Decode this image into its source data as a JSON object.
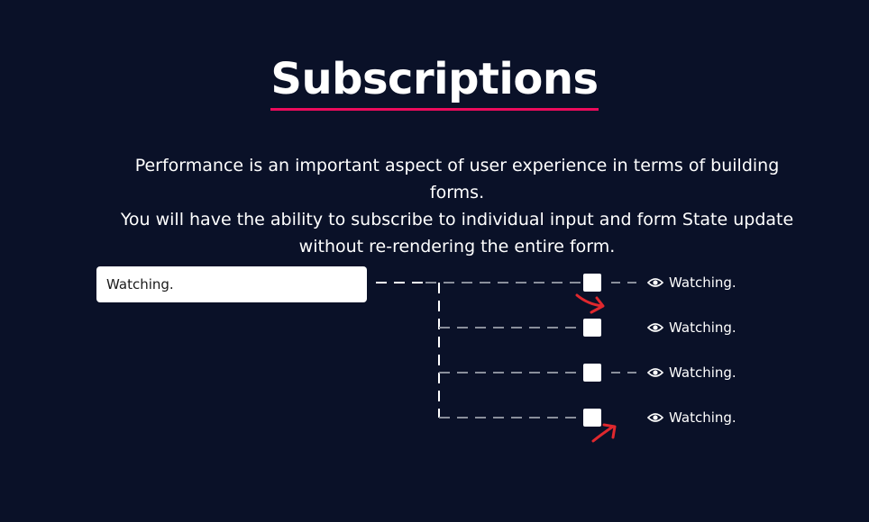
{
  "header": {
    "title": "Subscriptions"
  },
  "description": {
    "line1": "Performance is an important aspect of user experience in terms of building forms.",
    "line2": "You will have the ability to subscribe to individual input and form State update",
    "line3": "without re-rendering the entire form."
  },
  "input": {
    "value": "Watching."
  },
  "outputs": [
    {
      "label": "Watching."
    },
    {
      "label": "Watching."
    },
    {
      "label": "Watching."
    },
    {
      "label": "Watching."
    }
  ],
  "colors": {
    "background": "#0a1128",
    "accent": "#ec0b5c",
    "arrow": "#e0282e",
    "dash": "#8a8f9c"
  },
  "icons": {
    "eye": "eye-icon",
    "arrow": "arrow-icon"
  }
}
